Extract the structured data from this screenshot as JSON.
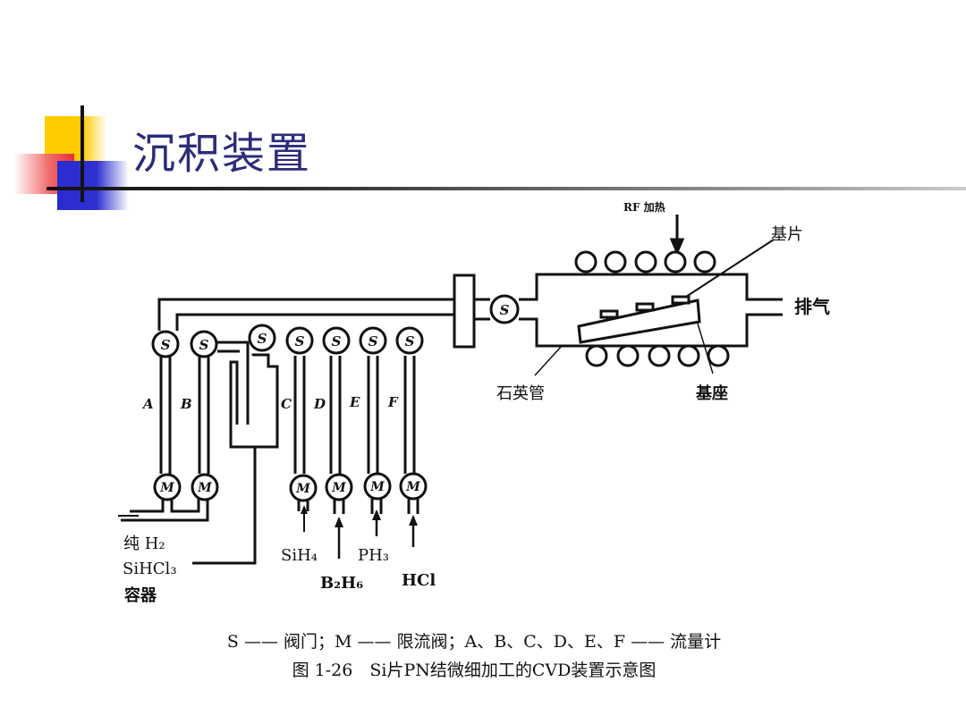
{
  "slide": {
    "title": "沉积装置",
    "accent_colors": {
      "yellow": "#ffcc00",
      "red": "#e83030",
      "blue": "#2b2bd1",
      "title": "#2c2c7a"
    }
  },
  "diagram": {
    "heater_label": "RF 加热",
    "labels": {
      "substrate_piece": "基片",
      "exhaust": "排气",
      "quartz_tube": "石英管",
      "susceptor": "基座",
      "pure_h2_line1": "纯 H₂",
      "sihcl_line": "SiHCl₃",
      "container": "容器"
    },
    "valves": {
      "symbol": "S",
      "count_manifold": 7,
      "count_main": 1
    },
    "mass_flow": {
      "symbol": "M",
      "count": 6
    },
    "flowmeters": [
      "A",
      "B",
      "C",
      "D",
      "E",
      "F"
    ],
    "gas_inputs": [
      "SiH₄",
      "B₂H₆",
      "PH₃",
      "HCl"
    ]
  },
  "caption": {
    "legend": "S —— 阀门；M —— 限流阀；A、B、C、D、E、F —— 流量计",
    "figure": "图 1-26　Si片PN结微细加工的CVD装置示意图"
  }
}
